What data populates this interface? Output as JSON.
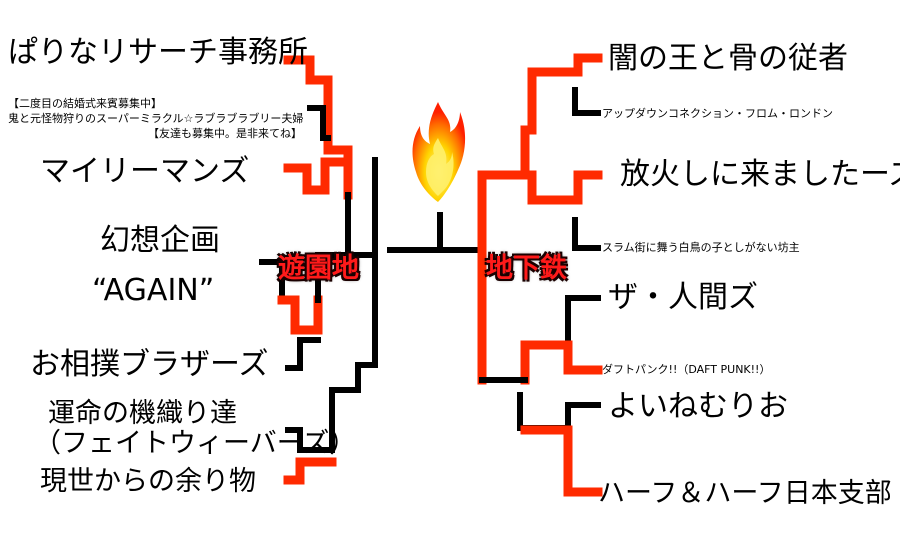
{
  "colors": {
    "line": "#000000",
    "winner": "#ff2a00",
    "block_text": "#ff1a1a"
  },
  "left_block": "遊園地",
  "right_block": "地下鉄",
  "trophy_icon": "flame-icon",
  "left": {
    "t1": "ぱりなリサーチ事務所",
    "t2_note1": "【二度目の結婚式来賓募集中】",
    "t2_name": "鬼と元怪物狩りのスーパーミラクル☆ラブラブラブリー夫婦",
    "t2_note2": "【友達も募集中。是非来てね】",
    "t3": "マイリーマンズ",
    "t4_line1": "幻想企画",
    "t4_line2": "“AGAIN”",
    "t5": "お相撲ブラザーズ",
    "t6_line1": "運命の機織り達",
    "t6_line2": "（フェイトウィーバーズ）",
    "t7": "現世からの余り物"
  },
  "right": {
    "t1": "闇の王と骨の従者",
    "t2": "アップダウンコネクション・フロム・ロンドン",
    "t3": "放火しに来ましたーズ",
    "t4": "スラム街に舞う白鳥の子としがない坊主",
    "t5": "ザ・人間ズ",
    "t6": "ダフトパンク!!（DAFT PUNK!!）",
    "t7": "よいねむりお",
    "t8": "ハーフ＆ハーフ日本支部"
  }
}
